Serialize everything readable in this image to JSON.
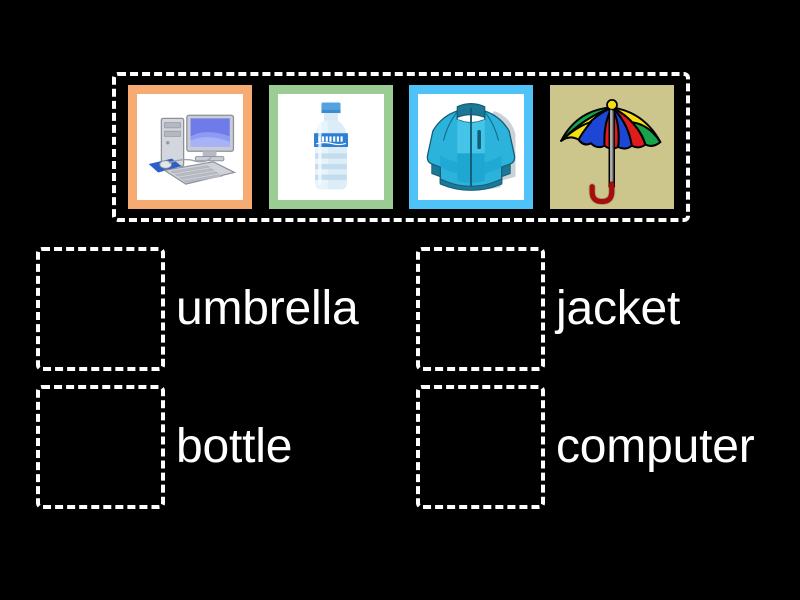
{
  "activity": {
    "type": "match-up",
    "background_color": "#000000",
    "outline_color": "#ffffff"
  },
  "image_bank": {
    "name": "image-bank",
    "tiles": [
      {
        "icon": "desktop-computer-icon",
        "alt": "computer",
        "frame_color": "#F5AB72",
        "inner_color": "#ffffff",
        "framed": true
      },
      {
        "icon": "water-bottle-icon",
        "alt": "bottle",
        "frame_color": "#9BCC93",
        "inner_color": "#ffffff",
        "framed": true
      },
      {
        "icon": "jacket-icon",
        "alt": "jacket",
        "frame_color": "#4FC3F7",
        "inner_color": "#ffffff",
        "framed": true
      },
      {
        "icon": "umbrella-icon",
        "alt": "umbrella",
        "frame_color": "#CCC68D",
        "inner_color": "#CCC68D",
        "framed": false
      }
    ]
  },
  "answers": {
    "items": [
      {
        "label": "umbrella",
        "position": "r1c1"
      },
      {
        "label": "jacket",
        "position": "r1c2"
      },
      {
        "label": "bottle",
        "position": "r2c1"
      },
      {
        "label": "computer",
        "position": "r2c2"
      }
    ]
  }
}
